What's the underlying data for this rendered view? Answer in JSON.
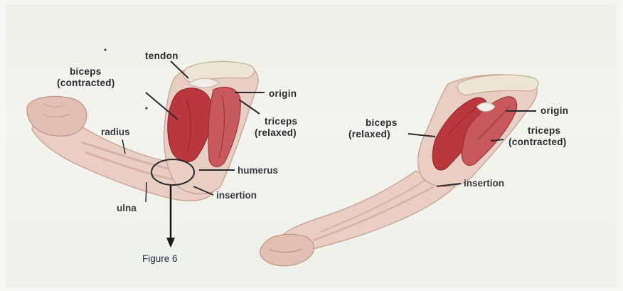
{
  "left_arm": {
    "labels": {
      "tendon": "tendon",
      "biceps_line1": "biceps",
      "biceps_line2": "(contracted)",
      "origin": "origin",
      "triceps_line1": "triceps",
      "triceps_line2": "(relaxed)",
      "radius": "radius",
      "humerus": "humerus",
      "insertion": "insertion",
      "ulna": "ulna"
    },
    "caption": "Figure 6"
  },
  "right_arm": {
    "labels": {
      "biceps_line1": "biceps",
      "biceps_line2": "(relaxed)",
      "origin": "origin",
      "triceps_line1": "triceps",
      "triceps_line2": "(contracted)",
      "insertion": "insertion"
    }
  },
  "colors": {
    "muscle": "#b8383d",
    "skin": "#e9cfc3",
    "label_text": "#2a2a30"
  }
}
